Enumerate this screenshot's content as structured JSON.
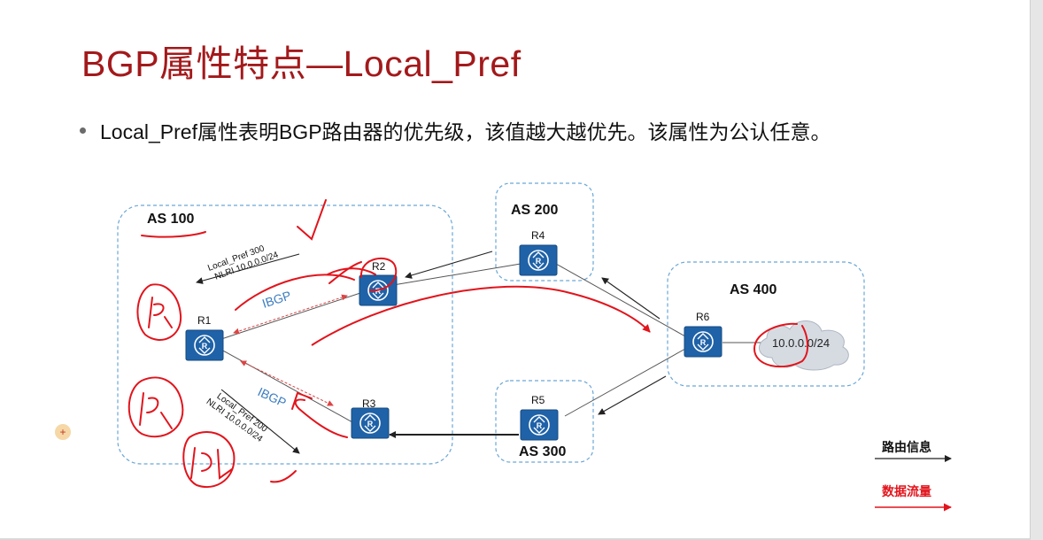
{
  "slide": {
    "title": "BGP属性特点—Local_Pref",
    "bullet": "Local_Pref属性表明BGP路由器的优先级，该值越大越优先。该属性为公认任意。"
  },
  "diagram": {
    "as100": "AS 100",
    "as200": "AS 200",
    "as300": "AS 300",
    "as400": "AS 400",
    "routers": {
      "r1": "R1",
      "r2": "R2",
      "r3": "R3",
      "r4": "R4",
      "r5": "R5",
      "r6": "R6"
    },
    "ibgp_top": "IBGP",
    "ibgp_bottom": "IBGP",
    "update_top_line1": "Local_Pref 300",
    "update_top_line2": "NLRI 10.0.0.0/24",
    "update_bottom_line1": "Local_Pref 200",
    "update_bottom_line2": "NLRI 10.0.0.0/24",
    "network": "10.0.0.0/24"
  },
  "legend": {
    "routing_info": "路由信息",
    "data_flow": "数据流量"
  },
  "colors": {
    "title": "#a3191b",
    "router": "#1f62a8",
    "as_border": "#6aa6d6",
    "annotation": "#e2141c",
    "ibgp": "#3d7dc0"
  },
  "cursor": {
    "symbol": "+"
  }
}
